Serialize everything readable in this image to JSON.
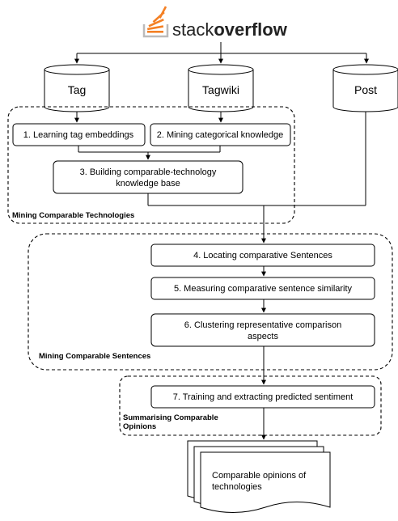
{
  "logo": {
    "light": "stack",
    "bold": "overflow",
    "accent": "#f48024",
    "tray": "#bcbbbb"
  },
  "sources": {
    "tag": "Tag",
    "tagwiki": "Tagwiki",
    "post": "Post"
  },
  "steps": {
    "s1": "1. Learning tag embeddings",
    "s2": "2. Mining categorical knowledge",
    "s3_line1": "3. Building comparable-technology",
    "s3_line2": "knowledge base",
    "s4": "4. Locating comparative Sentences",
    "s5": "5. Measuring comparative sentence similarity",
    "s6_line1": "6. Clustering representative comparison",
    "s6_line2": "aspects",
    "s7": "7. Training and extracting predicted sentiment"
  },
  "groups": {
    "g1": "Mining Comparable Technologies",
    "g2": "Mining Comparable Sentences",
    "g3_line1": "Summarising Comparable",
    "g3_line2": "Opinions"
  },
  "output": {
    "line1": "Comparable opinions of",
    "line2": "technologies"
  }
}
